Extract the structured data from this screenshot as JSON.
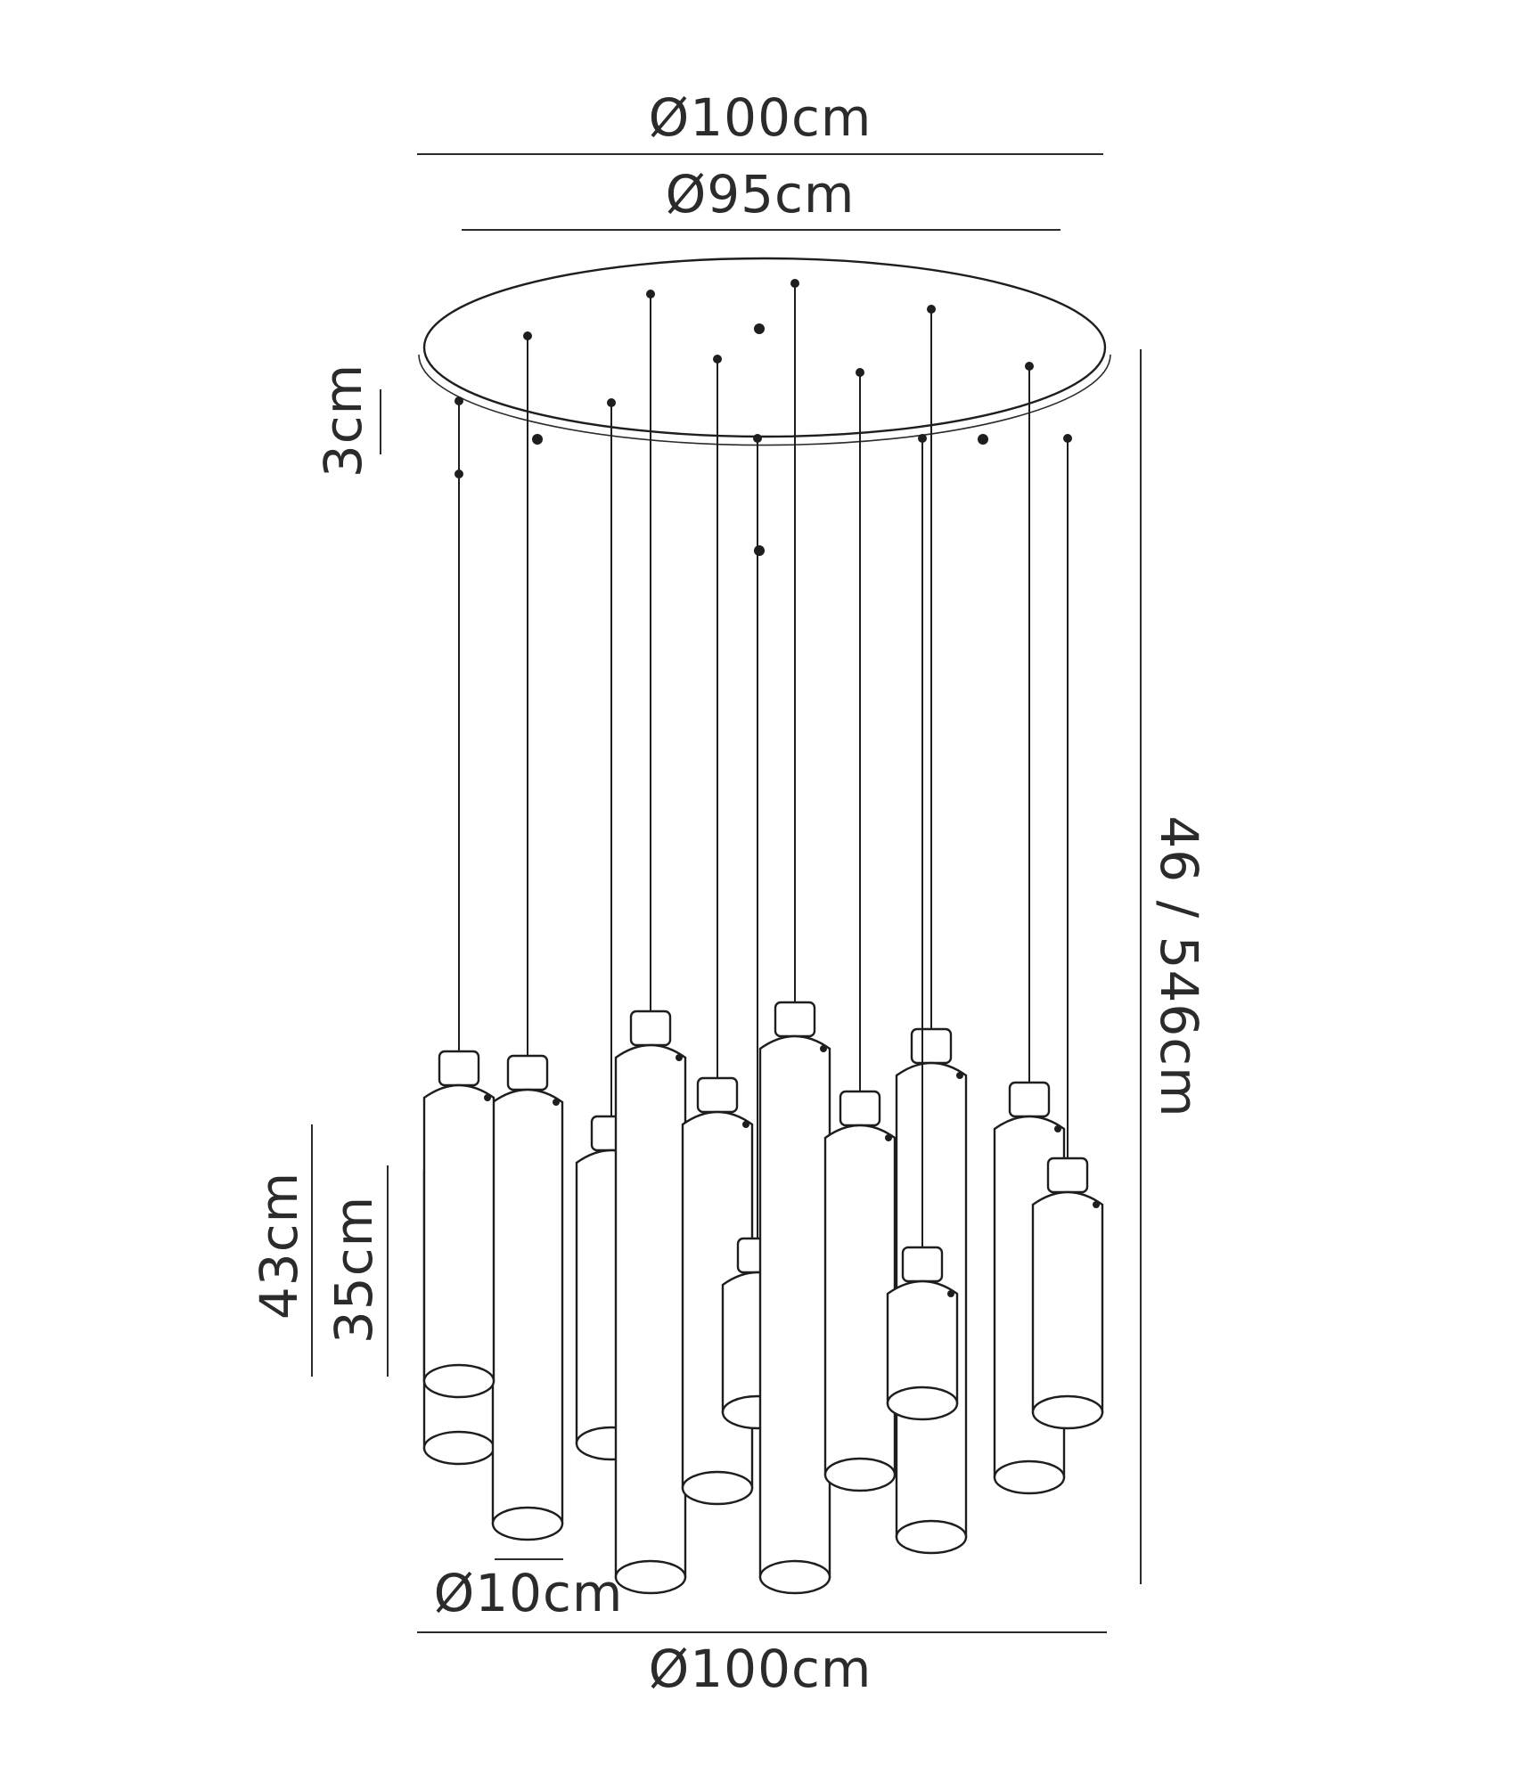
{
  "dimensions": {
    "top_outer_diameter": "Ø100cm",
    "canopy_diameter": "Ø95cm",
    "canopy_thickness": "3cm",
    "drop_height": "46 / 546cm",
    "pendant_total_height": "43cm",
    "shade_height": "35cm",
    "shade_diameter": "Ø10cm",
    "bottom_outer_diameter": "Ø100cm"
  },
  "colors": {
    "line": "#2b2b2b",
    "background": "#ffffff"
  }
}
